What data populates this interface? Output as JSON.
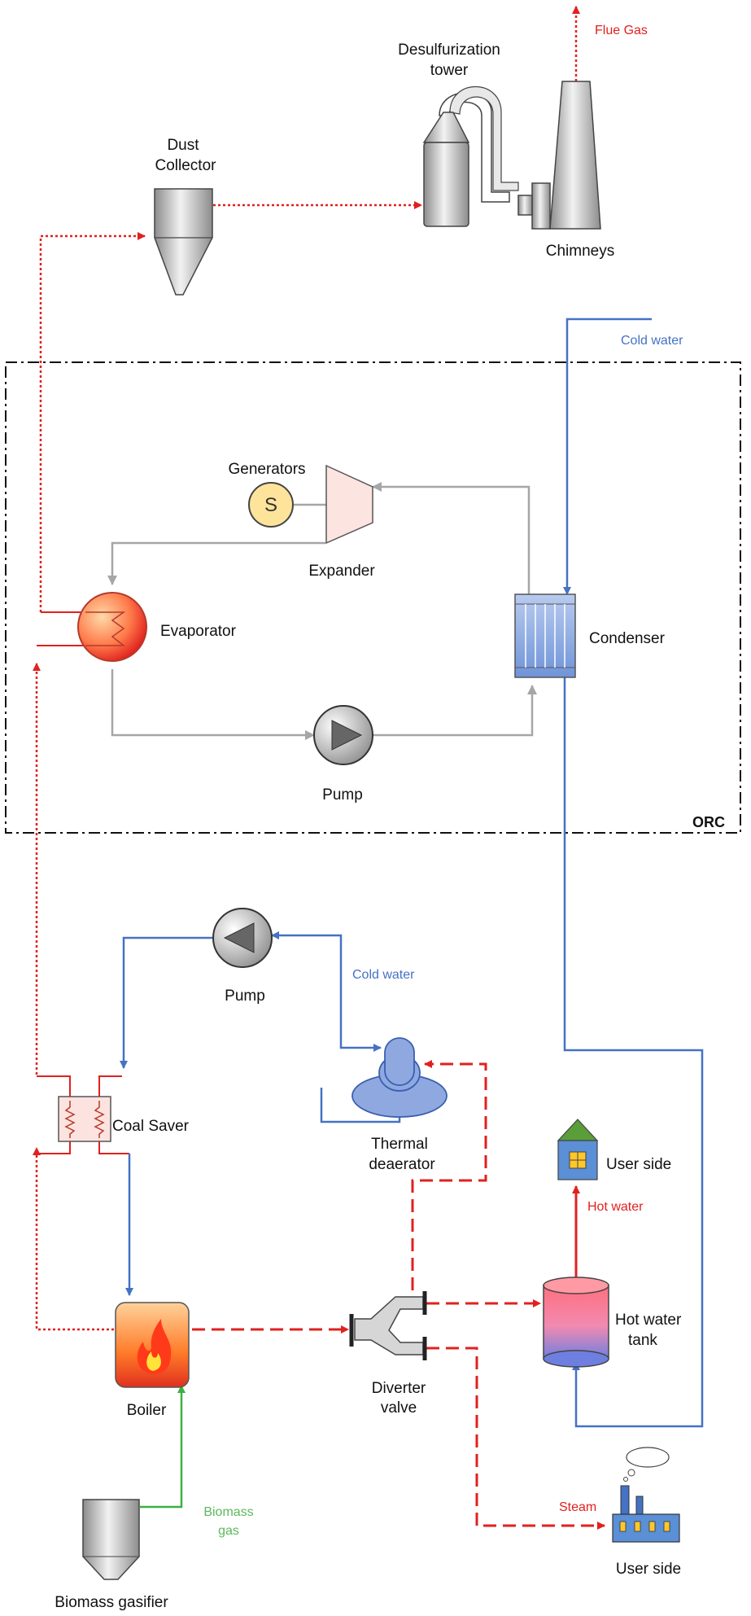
{
  "labels": {
    "flue_gas": "Flue Gas",
    "desulfurization_1": "Desulfurization",
    "desulfurization_2": "tower",
    "chimneys": "Chimneys",
    "dust_1": "Dust",
    "dust_2": "Collector",
    "cold_water_top": "Cold water",
    "generators": "Generators",
    "expander": "Expander",
    "evaporator": "Evaporator",
    "condenser": "Condenser",
    "pump_orc": "Pump",
    "orc": "ORC",
    "pump_lower": "Pump",
    "cold_water_lower": "Cold water",
    "coal_saver": "Coal Saver",
    "thermal_1": "Thermal",
    "thermal_2": "deaerator",
    "user_side_top": "User side",
    "hot_water": "Hot water",
    "hot_tank_1": "Hot water",
    "hot_tank_2": "tank",
    "boiler": "Boiler",
    "diverter_1": "Diverter",
    "diverter_2": "valve",
    "biomass_gas_1": "Biomass",
    "biomass_gas_2": "gas",
    "steam": "Steam",
    "user_side_bottom": "User side",
    "gasifier": "Biomass gasifier"
  },
  "colors": {
    "flue": "#e0211f",
    "water": "#4472c4",
    "orc": "#a6a6a6",
    "biomass": "#3cb043"
  }
}
